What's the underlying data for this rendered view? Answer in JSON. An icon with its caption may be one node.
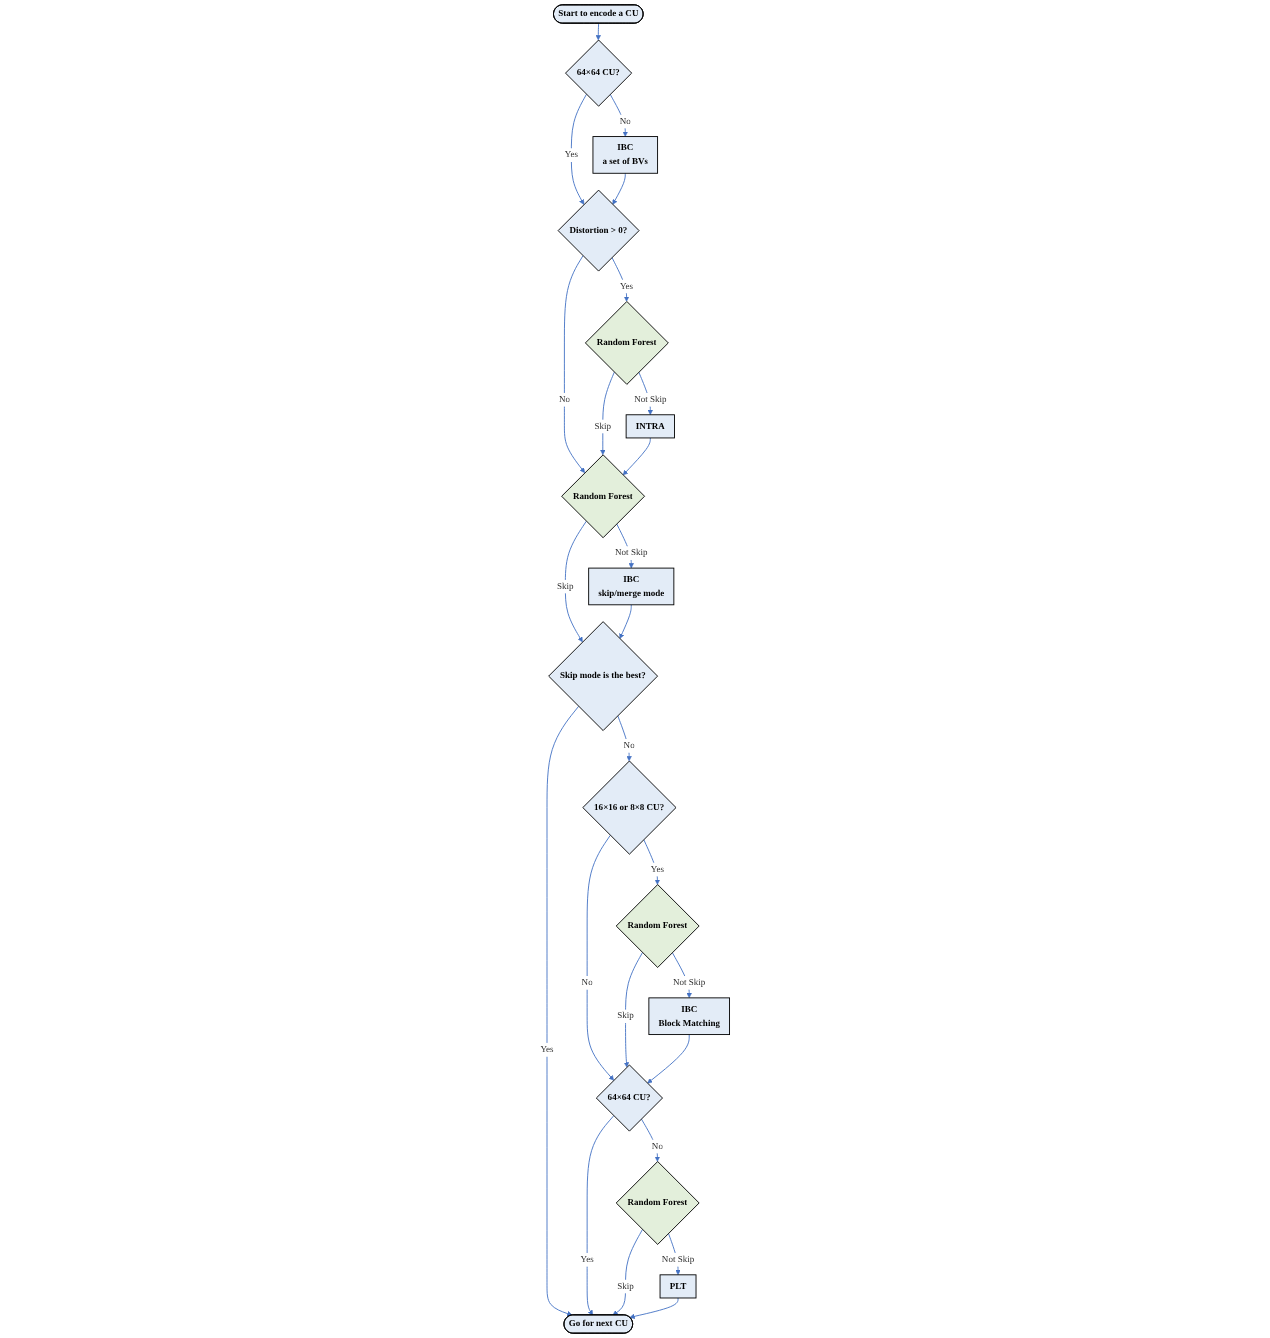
{
  "diagram": {
    "nodes": [
      {
        "text": [
          "Start to encode a CU"
        ]
      },
      {
        "text": [
          "64×64 CU?"
        ]
      },
      {
        "text": [
          "IBC",
          "a set of BVs"
        ]
      },
      {
        "text": [
          "Distortion > 0?"
        ]
      },
      {
        "text": [
          "Random Forest"
        ]
      },
      {
        "text": [
          "INTRA"
        ]
      },
      {
        "text": [
          "Random Forest"
        ]
      },
      {
        "text": [
          "IBC",
          "skip/merge mode"
        ]
      },
      {
        "text": [
          "Skip mode is the best?"
        ]
      },
      {
        "text": [
          "16×16 or 8×8 CU?"
        ]
      },
      {
        "text": [
          "Random Forest"
        ]
      },
      {
        "text": [
          "IBC",
          "Block Matching"
        ]
      },
      {
        "text": [
          "64×64 CU?"
        ]
      },
      {
        "text": [
          "Random Forest"
        ]
      },
      {
        "text": [
          "PLT"
        ]
      },
      {
        "text": [
          "Go for next CU"
        ]
      }
    ],
    "edges": [
      {
        "from": 0,
        "to": 1,
        "arrow": "to"
      },
      {
        "from": 1,
        "to": 2,
        "arrow": "to",
        "label": "No"
      },
      {
        "from": 1,
        "to": 3,
        "arrow": "to",
        "label": "Yes"
      },
      {
        "from": 2,
        "to": 3,
        "arrow": "to"
      },
      {
        "from": 3,
        "to": 4,
        "arrow": "to",
        "label": "Yes"
      },
      {
        "from": 3,
        "to": 6,
        "arrow": "to",
        "label": "No"
      },
      {
        "from": 4,
        "to": 5,
        "arrow": "to",
        "label": "Not Skip"
      },
      {
        "from": 4,
        "to": 6,
        "arrow": "to",
        "label": "Skip"
      },
      {
        "from": 5,
        "to": 6,
        "arrow": "to"
      },
      {
        "from": 6,
        "to": 7,
        "arrow": "to",
        "label": "Not Skip"
      },
      {
        "from": 6,
        "to": 8,
        "arrow": "to",
        "label": "Skip"
      },
      {
        "from": 7,
        "to": 8,
        "arrow": "to"
      },
      {
        "from": 8,
        "to": 9,
        "arrow": "to",
        "label": "No"
      },
      {
        "from": 8,
        "to": 15,
        "arrow": "to",
        "label": "Yes"
      },
      {
        "from": 9,
        "to": 10,
        "arrow": "to",
        "label": "Yes"
      },
      {
        "from": 9,
        "to": 12,
        "arrow": "to",
        "label": "No"
      },
      {
        "from": 10,
        "to": 11,
        "arrow": "to",
        "label": "Not Skip"
      },
      {
        "from": 10,
        "to": 12,
        "arrow": "to",
        "label": "Skip"
      },
      {
        "from": 11,
        "to": 12,
        "arrow": "to"
      },
      {
        "from": 12,
        "to": 13,
        "arrow": "to",
        "label": "No"
      },
      {
        "from": 12,
        "to": 15,
        "arrow": "to",
        "label": "Yes"
      },
      {
        "from": 13,
        "to": 14,
        "arrow": "to",
        "label": "Not Skip"
      },
      {
        "from": 13,
        "to": 15,
        "arrow": "to",
        "label": "Skip"
      },
      {
        "from": 14,
        "to": 15,
        "arrow": "to"
      }
    ]
  }
}
